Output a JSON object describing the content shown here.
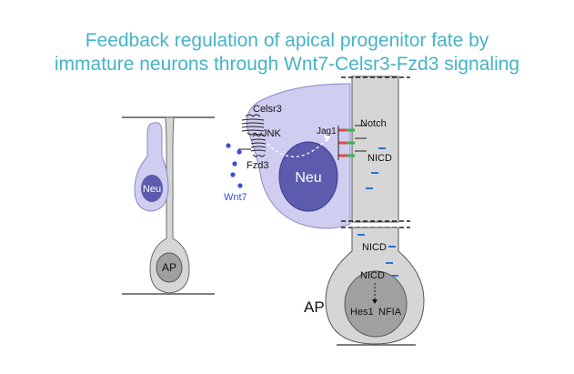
{
  "title": {
    "line1": "Feedback regulation of apical progenitor fate by",
    "line2": "immature neurons through Wnt7-Celsr3-Fzd3 signaling"
  },
  "labels": {
    "neu_small": "Neu",
    "ap_small": "AP",
    "celsr3": "Celsr3",
    "jnk": "JNK",
    "fzd3": "Fzd3",
    "wnt7": "Wnt7",
    "neu_large": "Neu",
    "jag1": "Jag1",
    "notch": "Notch",
    "nicd_fiber": "NICD",
    "nicd_body": "NICD",
    "nicd_nucleus": "NICD",
    "ap_large": "AP",
    "hes1": "Hes1",
    "nfia": "NFIA"
  },
  "colors": {
    "title": "#45b3c8",
    "neuron_cytoplasm": "#cfcdf0",
    "neuron_nucleus": "#5c5bae",
    "progenitor_cell": "#d6d6d6",
    "progenitor_nucleus": "#a0a0a0",
    "wnt7": "#3a4fd0",
    "nicd_dash": "#2a72d0",
    "jag1_bar": "#e04a4a",
    "notch_bar": "#3fae52"
  }
}
